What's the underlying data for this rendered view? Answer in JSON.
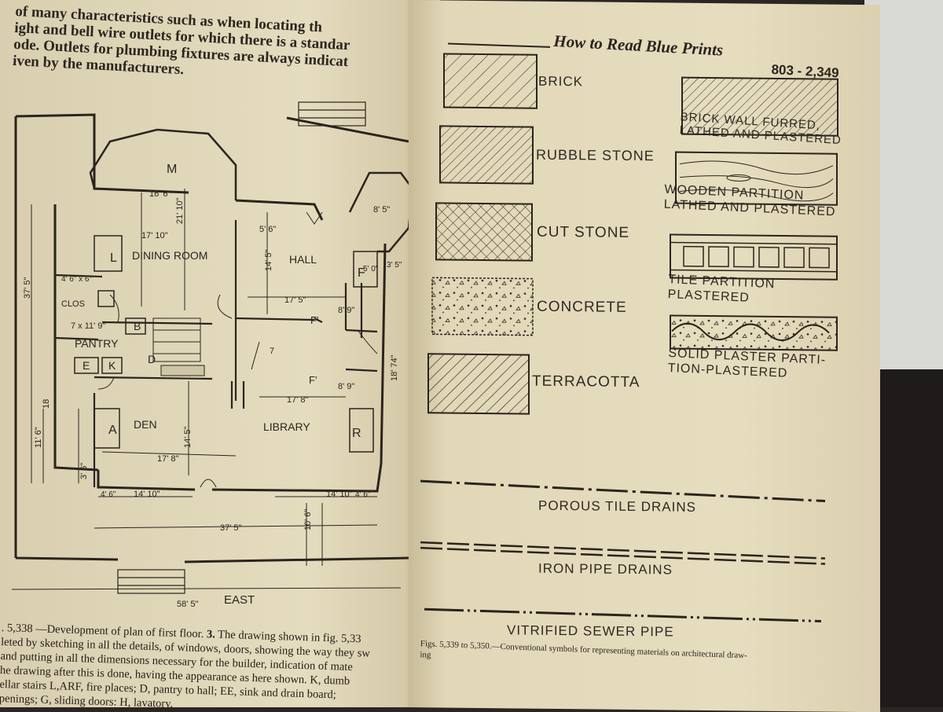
{
  "left_page": {
    "intro_lines": [
      "of many characteristics such as when locating th",
      "ight and bell wire outlets for which there is a standar",
      "ode.  Outlets for plumbing fixtures are always indicat",
      "iven by the manufacturers."
    ],
    "plan_labels": {
      "dining_room": "DINING ROOM",
      "hall": "HALL",
      "pantry": "PANTRY",
      "clos": "CLOS",
      "den": "DEN",
      "library": "LIBRARY",
      "east": "EAST",
      "letters": [
        "M",
        "L",
        "F",
        "B",
        "E",
        "K",
        "D",
        "A",
        "R",
        "F'",
        "F'"
      ],
      "dims": [
        "16' 6\"",
        "21' 10\"",
        "17' 10\"",
        "14' 5\"",
        "8' 5\"",
        "17' 5\"",
        "8' 9\"",
        "7 x 11' 9\"",
        "4' 6\" x 6\"",
        "14' 5\"",
        "17' 8\"",
        "17' 8\"",
        "8' 9\"",
        "18' 74\"",
        "4' 6\"",
        "14' 10\"",
        "37' 5\"",
        "14' 10\"",
        "4' 6\"",
        "58' 5\"",
        "37' 5\"",
        "11' 6\"",
        "18",
        "10' 6\"",
        "3' 6\"",
        "7",
        "5' 6\"",
        "5' 0\"",
        "3' 5\""
      ]
    },
    "caption": {
      "fig_prefix": ". 5,338",
      "lead": " —Development of plan of first floor.  ",
      "bold_num": "3.",
      "lines": [
        " The drawing shown in fig. 5,33",
        "leted by sketching in all the details, of windows, doors, showing the way they sw",
        "and putting in all the dimensions necessary for the builder, indication of mate",
        "he drawing after this is done, having the appearance as here shown.  K, dumb",
        "ellar stairs L,ARF, fire places;  D, pantry to hall;  EE, sink and drain board;",
        "penings;  G, sliding doors:  H, lavatory."
      ]
    }
  },
  "right_page": {
    "header": "How to Read Blue Prints",
    "page_number": "803 - 2,349",
    "symbols_left": [
      "BRICK",
      "RUBBLE STONE",
      "CUT STONE",
      "CONCRETE",
      "TERRACOTTA"
    ],
    "symbols_right": [
      [
        "BRICK WALL FURRED,",
        "LATHED AND PLASTERED"
      ],
      [
        "WOODEN PARTITION",
        "LATHED AND PLASTERED"
      ],
      [
        "TILE PARTITION",
        "PLASTERED"
      ],
      [
        "SOLID PLASTER PARTI-",
        "TION-PLASTERED"
      ]
    ],
    "drains": [
      "POROUS TILE DRAINS",
      "IRON PIPE DRAINS",
      "VITRIFIED SEWER PIPE"
    ],
    "fig_caption_lines": [
      "Figs. 5,339 to 5,350.—Conventional symbols for representing materials on architectural draw-",
      "ing"
    ]
  }
}
